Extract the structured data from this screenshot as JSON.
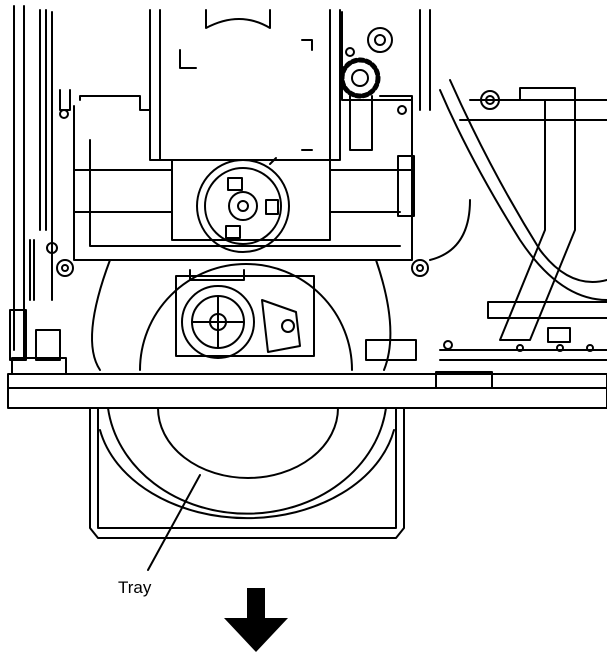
{
  "diagram": {
    "callouts": [
      {
        "label": "Tray",
        "points_to": "disc-tray"
      }
    ],
    "arrow": {
      "direction": "down",
      "meaning": "pull-out"
    }
  },
  "colors": {
    "line": "#000000",
    "background": "#ffffff"
  }
}
